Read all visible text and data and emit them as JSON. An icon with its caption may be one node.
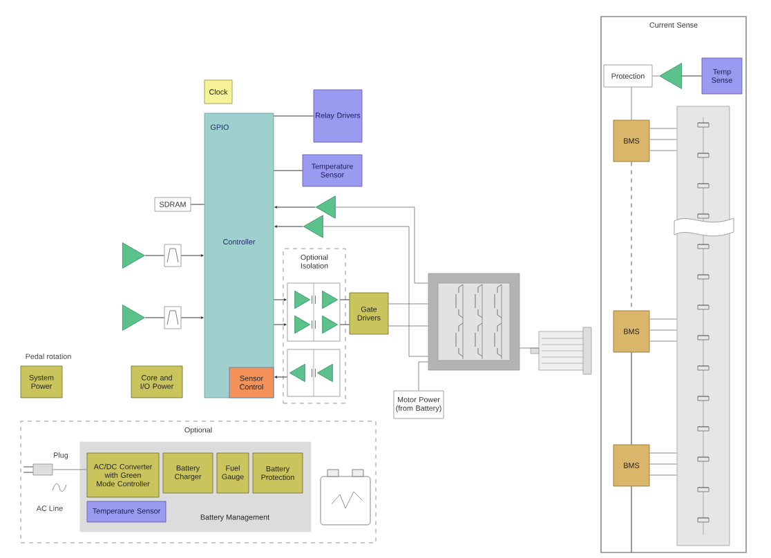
{
  "diagram": {
    "nodes": [
      {
        "text": [
          "Clock"
        ]
      },
      {
        "text": [
          "GPIO",
          "Controller"
        ]
      },
      {
        "text": [
          "Sensor Control"
        ],
        "in": 1
      },
      {
        "text": [
          "Relay Drivers"
        ]
      },
      {
        "text": [
          "Temperature Sensor"
        ]
      },
      {
        "text": [
          "SDRAM"
        ]
      },
      {
        "text": [],
        "shape": "triangle"
      },
      {
        "text": [],
        "shape": "triangle"
      },
      {
        "text": [],
        "shape": "triangle"
      },
      {
        "text": [],
        "shape": "box"
      },
      {
        "text": [],
        "shape": "triangle"
      },
      {
        "text": [],
        "shape": "box"
      },
      {
        "text": [
          "Optional Isolation"
        ]
      },
      {
        "text": [],
        "shape": "box",
        "in": 12
      },
      {
        "text": [],
        "shape": "box",
        "in": 12
      },
      {
        "text": [
          "Gate Drivers"
        ]
      },
      {
        "text": [],
        "shape": "box"
      },
      {
        "text": [],
        "shape": "motor"
      },
      {
        "text": [
          "Motor Power (from Battery)"
        ]
      },
      {
        "text": [
          "System Power"
        ]
      },
      {
        "text": [
          "Core and I/O Power"
        ]
      },
      {
        "text": [
          "Optional"
        ]
      },
      {
        "text": [
          "Battery Management"
        ],
        "in": 21
      },
      {
        "text": [
          "AC/DC Converter with Green Mode Controller"
        ],
        "in": 22
      },
      {
        "text": [
          "Battery Charger"
        ],
        "in": 22
      },
      {
        "text": [
          "Fuel Gauge"
        ],
        "in": 22
      },
      {
        "text": [
          "Battery Protection"
        ],
        "in": 22
      },
      {
        "text": [
          "Temperature Sensor"
        ],
        "in": 22
      },
      {
        "text": [],
        "shape": "plug",
        "in": 21
      },
      {
        "text": [
          "Current Sense"
        ]
      },
      {
        "text": [
          "Protection"
        ],
        "in": 29
      },
      {
        "text": [],
        "shape": "triangle",
        "in": 29
      },
      {
        "text": [
          "Temp Sense"
        ],
        "in": 29
      },
      {
        "text": [],
        "shape": "box",
        "in": 29
      },
      {
        "text": [
          "BMS"
        ],
        "in": 29
      },
      {
        "text": [
          "BMS"
        ],
        "in": 29
      },
      {
        "text": [
          "BMS"
        ],
        "in": 29
      }
    ],
    "edges": [
      {
        "from": 5,
        "to": 1,
        "arrow": "none"
      },
      {
        "from": 8,
        "to": 9,
        "arrow": "none"
      },
      {
        "from": 9,
        "to": 1,
        "arrow": "to"
      },
      {
        "from": 10,
        "to": 11,
        "arrow": "none"
      },
      {
        "from": 11,
        "to": 1,
        "arrow": "to"
      },
      {
        "from": 1,
        "to": 3,
        "arrow": "none"
      },
      {
        "from": 1,
        "to": 4,
        "arrow": "none"
      },
      {
        "from": 6,
        "to": 1,
        "arrow": "to"
      },
      {
        "from": 7,
        "to": 1,
        "arrow": "to"
      },
      {
        "from": 1,
        "to": 13,
        "arrow": "to"
      },
      {
        "from": 1,
        "to": 13,
        "arrow": "to"
      },
      {
        "from": 13,
        "to": 15,
        "arrow": "none"
      },
      {
        "from": 13,
        "to": 15,
        "arrow": "none"
      },
      {
        "from": 14,
        "to": 2,
        "arrow": "to"
      },
      {
        "from": 15,
        "to": 16,
        "arrow": "none",
        "color": "#8a8a8a"
      },
      {
        "from": 15,
        "to": 16,
        "arrow": "none",
        "color": "#8a8a8a"
      },
      {
        "from": 16,
        "to": 17,
        "arrow": "none",
        "color": "#8a8a8a"
      },
      {
        "from": 18,
        "to": 16,
        "arrow": "none",
        "color": "#8a8a8a"
      },
      {
        "from": 16,
        "to": 6,
        "arrow": "none",
        "color": "#8a8a8a"
      },
      {
        "from": 32,
        "to": 31,
        "arrow": "none"
      },
      {
        "from": 31,
        "to": 30,
        "arrow": "none",
        "color": "#8a8a8a"
      },
      {
        "from": 30,
        "to": 34,
        "arrow": "none",
        "color": "#8a8a8a"
      },
      {
        "from": 34,
        "to": 33,
        "arrow": "none",
        "color": "#8a8a8a"
      },
      {
        "from": 34,
        "to": 33,
        "arrow": "none",
        "color": "#8a8a8a"
      },
      {
        "from": 34,
        "to": 33,
        "arrow": "none",
        "color": "#8a8a8a"
      },
      {
        "from": 35,
        "to": 33,
        "arrow": "none",
        "color": "#8a8a8a"
      },
      {
        "from": 35,
        "to": 33,
        "arrow": "none",
        "color": "#8a8a8a"
      },
      {
        "from": 35,
        "to": 33,
        "arrow": "none",
        "color": "#8a8a8a"
      },
      {
        "from": 36,
        "to": 33,
        "arrow": "none",
        "color": "#8a8a8a"
      },
      {
        "from": 36,
        "to": 33,
        "arrow": "none",
        "color": "#8a8a8a"
      },
      {
        "from": 36,
        "to": 33,
        "arrow": "none",
        "color": "#8a8a8a"
      },
      {
        "from": 34,
        "to": 35,
        "arrow": "none",
        "style": "dashed"
      },
      {
        "from": 35,
        "to": 36,
        "arrow": "none"
      },
      {
        "from": 36,
        "to": null,
        "arrow": "none"
      },
      {
        "from": 28,
        "to": 23,
        "arrow": "none",
        "color": "#8a8a8a"
      },
      {
        "from": 16,
        "to": 7,
        "arrow": "none",
        "color": "#8a8a8a"
      }
    ],
    "labels": [
      "Pedal rotation",
      "Plug",
      "AC Line"
    ]
  }
}
